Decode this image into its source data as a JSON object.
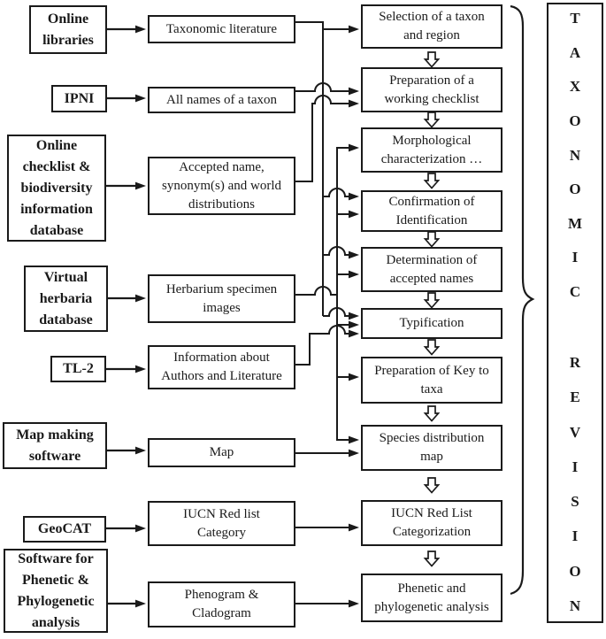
{
  "colors": {
    "ink": "#1a1a1a",
    "background": "#ffffff"
  },
  "nodes": {
    "left": [
      {
        "label": "Online\nlibraries"
      },
      {
        "label": "IPNI"
      },
      {
        "label": "Online\nchecklist &\nbiodiversity\ninformation\ndatabase"
      },
      {
        "label": "Virtual\nherbaria\ndatabase"
      },
      {
        "label": "TL-2"
      },
      {
        "label": "Map making\nsoftware"
      },
      {
        "label": "GeoCAT"
      },
      {
        "label": "Software for\nPhenetic &\nPhylogenetic\nanalysis"
      }
    ],
    "middle": [
      {
        "label": "Taxonomic literature"
      },
      {
        "label": "All names of a taxon"
      },
      {
        "label": "Accepted name,\nsynonym(s) and world\ndistributions"
      },
      {
        "label": "Herbarium specimen\nimages"
      },
      {
        "label": "Information about\nAuthors and Literature"
      },
      {
        "label": "Map"
      },
      {
        "label": "IUCN Red list\nCategory"
      },
      {
        "label": "Phenogram &\nCladogram"
      }
    ],
    "right": [
      {
        "label": "Selection of a taxon\nand region"
      },
      {
        "label": "Preparation of a\nworking checklist"
      },
      {
        "label": "Morphological\ncharacterization …"
      },
      {
        "label": "Confirmation of\nIdentification"
      },
      {
        "label": "Determination of\naccepted names"
      },
      {
        "label": "Typification"
      },
      {
        "label": "Preparation of Key to\ntaxa"
      },
      {
        "label": "Species distribution\nmap"
      },
      {
        "label": "IUCN Red List\nCategorization"
      },
      {
        "label": "Phenetic and\nphylogenetic analysis"
      }
    ]
  },
  "side": {
    "top": [
      "T",
      "A",
      "X",
      "O",
      "N",
      "O",
      "M",
      "I",
      "C"
    ],
    "bottom": [
      "R",
      "E",
      "V",
      "I",
      "S",
      "I",
      "O",
      "N"
    ]
  }
}
